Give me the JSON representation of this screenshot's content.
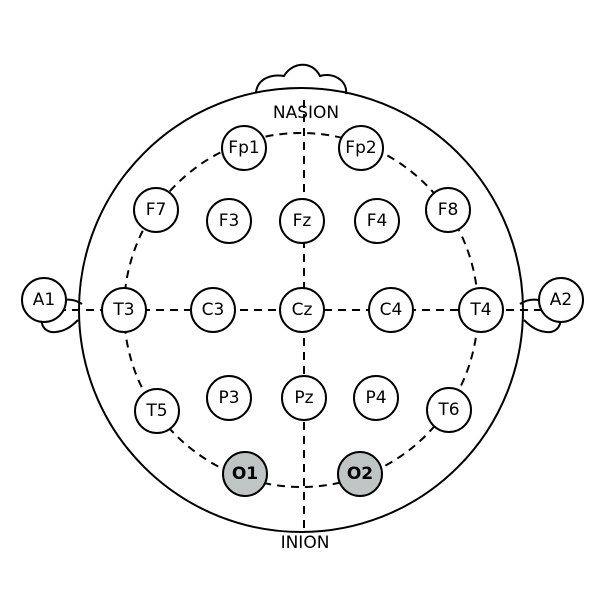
{
  "landmarks": {
    "top": "NASION",
    "bottom": "INION"
  },
  "colors": {
    "highlight": "#bfc4c4",
    "line": "#000000"
  },
  "electrodes": [
    {
      "id": "Fp1",
      "label": "Fp1",
      "highlighted": false
    },
    {
      "id": "Fp2",
      "label": "Fp2",
      "highlighted": false
    },
    {
      "id": "F7",
      "label": "F7",
      "highlighted": false
    },
    {
      "id": "F3",
      "label": "F3",
      "highlighted": false
    },
    {
      "id": "Fz",
      "label": "Fz",
      "highlighted": false
    },
    {
      "id": "F4",
      "label": "F4",
      "highlighted": false
    },
    {
      "id": "F8",
      "label": "F8",
      "highlighted": false
    },
    {
      "id": "A1",
      "label": "A1",
      "highlighted": false
    },
    {
      "id": "T3",
      "label": "T3",
      "highlighted": false
    },
    {
      "id": "C3",
      "label": "C3",
      "highlighted": false
    },
    {
      "id": "Cz",
      "label": "Cz",
      "highlighted": false
    },
    {
      "id": "C4",
      "label": "C4",
      "highlighted": false
    },
    {
      "id": "T4",
      "label": "T4",
      "highlighted": false
    },
    {
      "id": "A2",
      "label": "A2",
      "highlighted": false
    },
    {
      "id": "T5",
      "label": "T5",
      "highlighted": false
    },
    {
      "id": "P3",
      "label": "P3",
      "highlighted": false
    },
    {
      "id": "Pz",
      "label": "Pz",
      "highlighted": false
    },
    {
      "id": "P4",
      "label": "P4",
      "highlighted": false
    },
    {
      "id": "T6",
      "label": "T6",
      "highlighted": false
    },
    {
      "id": "O1",
      "label": "O1",
      "highlighted": true
    },
    {
      "id": "O2",
      "label": "O2",
      "highlighted": true
    }
  ]
}
